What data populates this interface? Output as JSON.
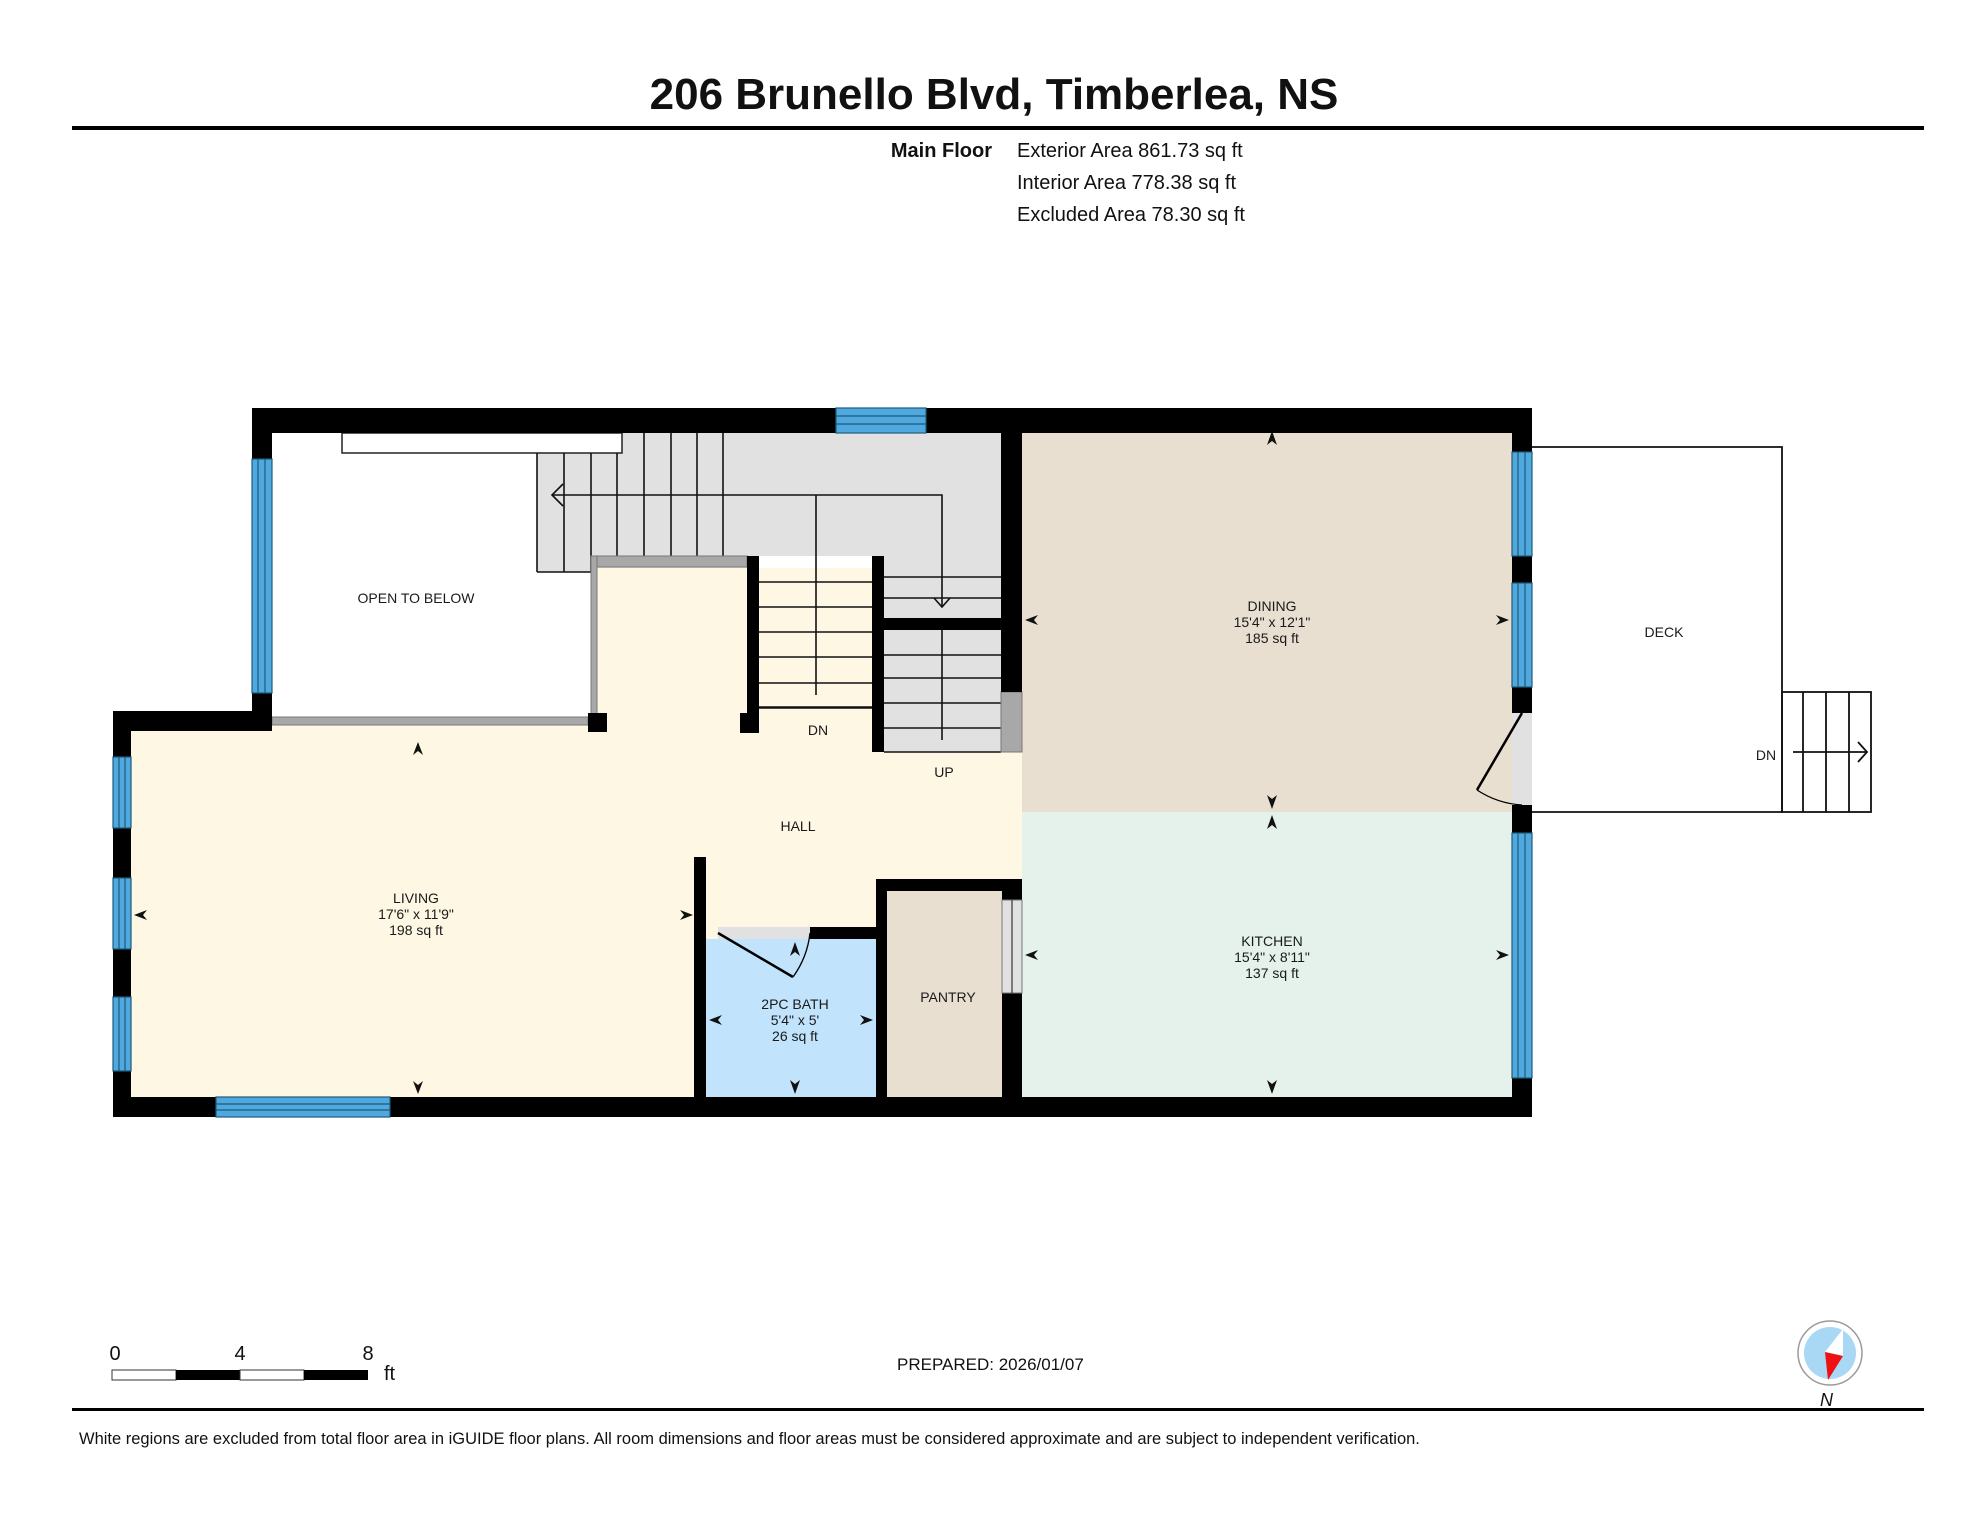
{
  "header": {
    "title": "206 Brunello Blvd, Timberlea, NS"
  },
  "summary": {
    "floor_name": "Main Floor",
    "areas": [
      "Exterior Area 861.73 sq ft",
      "Interior Area 778.38 sq ft",
      "Excluded Area 78.30 sq ft"
    ]
  },
  "rooms": {
    "open_to_below": {
      "name": "OPEN TO BELOW"
    },
    "living": {
      "name": "LIVING",
      "dims": "17'6\" x 11'9\"",
      "area": "198 sq ft"
    },
    "hall": {
      "name": "HALL"
    },
    "dining": {
      "name": "DINING",
      "dims": "15'4\" x 12'1\"",
      "area": "185 sq ft"
    },
    "kitchen": {
      "name": "KITCHEN",
      "dims": "15'4\" x 8'11\"",
      "area": "137 sq ft"
    },
    "bath": {
      "name": "2PC BATH",
      "dims": "5'4\" x 5'",
      "area": "26 sq ft"
    },
    "pantry": {
      "name": "PANTRY"
    },
    "deck": {
      "name": "DECK"
    }
  },
  "stairs": {
    "interior_down": "DN",
    "interior_up": "UP",
    "deck_down": "DN"
  },
  "colors": {
    "wall": "#000000",
    "window": "#4fa9de",
    "living_hall": "#fef7e4",
    "dining": "#e8dfd1",
    "kitchen": "#e5f2eb",
    "bath": "#c1e3fb",
    "pantry": "#e8dfd1",
    "stairs": "#e1e1e1"
  },
  "scale_bar": {
    "ticks": [
      "0",
      "4",
      "8"
    ],
    "unit": "ft"
  },
  "footer": {
    "prepared": "PREPARED: 2026/01/07",
    "disclaimer": "White regions are excluded from total floor area in iGUIDE floor plans. All room dimensions and floor areas must be considered approximate and are subject to independent verification.",
    "compass_label": "N"
  }
}
